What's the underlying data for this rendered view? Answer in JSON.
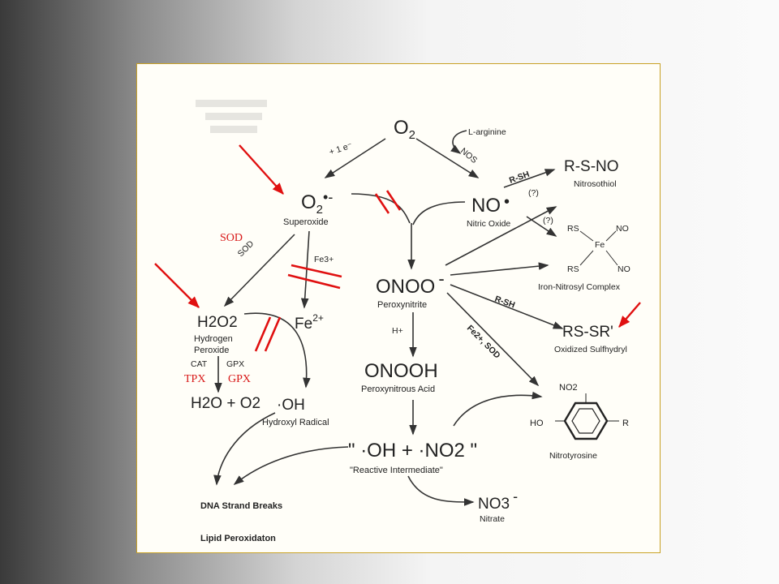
{
  "molecules": {
    "o2": "O",
    "o2_sub": "2",
    "superoxide_formula": "O",
    "superoxide_sub": "2",
    "superoxide_charge": "•-",
    "superoxide_name": "Superoxide",
    "no_formula": "NO",
    "no_dot": "•",
    "no_name": "Nitric Oxide",
    "h2o2_formula": "H2O2",
    "h2o2_name_1": "Hydrogen",
    "h2o2_name_2": "Peroxide",
    "fe2": "Fe",
    "fe2_charge": "2+",
    "oh_formula": "·OH",
    "oh_name": "Hydroxyl Radical",
    "onoo_formula": "ONOO",
    "onoo_charge": "-",
    "onoo_name": "Peroxynitrite",
    "onooh_formula": "ONOOH",
    "onooh_name": "Peroxynitrous Acid",
    "intermediate_formula": "\" ·OH + ·NO2 \"",
    "intermediate_name": "\"Reactive Intermediate\"",
    "water_product": "H2O + O2",
    "rsno": "R-S-NO",
    "rsno_name": "Nitrosothiol",
    "iron_rs_top": "RS",
    "iron_rs_bottom": "RS",
    "iron_no_top": "NO",
    "iron_no_bottom": "NO",
    "iron_fe": "Fe",
    "iron_name": "Iron-Nitrosyl Complex",
    "rssr": "RS-SR'",
    "rssr_name": "Oxidized Sulfhydryl",
    "nitrotyrosine_no2": "NO2",
    "nitrotyrosine_ho": "HO",
    "nitrotyrosine_r": "R",
    "nitrotyrosine_name": "Nitrotyrosine",
    "nitrate_formula": "NO3",
    "nitrate_charge": "-",
    "nitrate_name": "Nitrate",
    "dna": "DNA Strand Breaks",
    "lipid": "Lipid Peroxidaton"
  },
  "reaction_labels": {
    "plus_e": "+ 1 e⁻",
    "l_arginine": "L-arginine",
    "nos": "NOS",
    "rsh_1": "R-SH",
    "q1": "(?)",
    "q2": "(?)",
    "sod_small": "SOD",
    "fe3": "Fe3+",
    "h_plus": "H+",
    "rsh_2": "R-SH",
    "fe2_sod": "Fe2+, SOD",
    "cat": "CAT",
    "gpx_small": "GPX"
  },
  "annotations": {
    "sod": "SOD",
    "tpx": "TPX",
    "gpx": "GPX"
  },
  "colors": {
    "annotation_red": "#e01010",
    "panel_border": "#c9a227",
    "panel_bg": "#fffef8"
  }
}
